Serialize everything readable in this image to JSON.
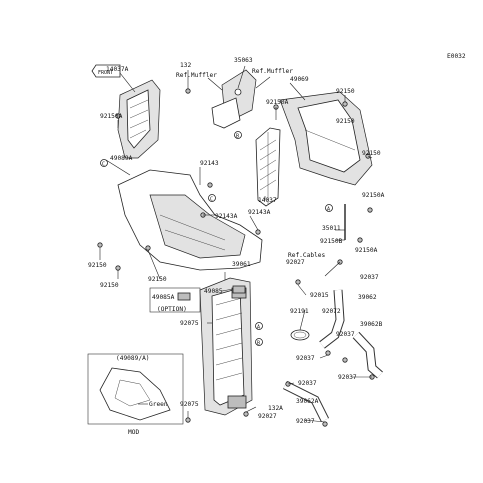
{
  "diagram_id": "E0032",
  "labels": {
    "p14037A": "14037A",
    "p132_top": "132",
    "p35063": "35063",
    "refMufflerL": "Ref.Muffler",
    "refMufflerR": "Ref.Muffler",
    "p49069": "49069",
    "p92150_a": "92150",
    "p92150A_l": "92150A",
    "p92150A_m": "92150A",
    "p92150_b": "92150",
    "p49089A": "49089A",
    "p92143": "92143",
    "p14037": "14037",
    "p92150_c": "92150",
    "p92150A_r": "92150A",
    "p92143A_a": "92143A",
    "p92143A_b": "92143A",
    "p35011": "35011",
    "p92150B": "92150B",
    "p92150A_r2": "92150A",
    "refCables": "Ref.Cables",
    "p92027_top": "92027",
    "p92037_a": "92037",
    "p39061": "39061",
    "p92150_d": "92150",
    "p92150_e": "92150",
    "p92150_f": "92150",
    "p49085": "49085",
    "p92015": "92015",
    "p39062": "39062",
    "p49085A": "49085A",
    "option": "(OPTION)",
    "p92191": "92191",
    "p92072": "92072",
    "p92075_a": "92075",
    "p92037_b": "92037",
    "p39062B": "39062B",
    "p92037_c": "92037",
    "p92037_d": "92037",
    "p92037_e": "92037",
    "p92075_b": "92075",
    "p132A": "132A",
    "p39062A": "39062A",
    "p92027_b": "92027",
    "p92037_f": "92037",
    "mod_header": "(49089/A)",
    "green": "Green",
    "mod": "MOD"
  },
  "markers": {
    "A": "A",
    "B": "B",
    "C": "C"
  }
}
